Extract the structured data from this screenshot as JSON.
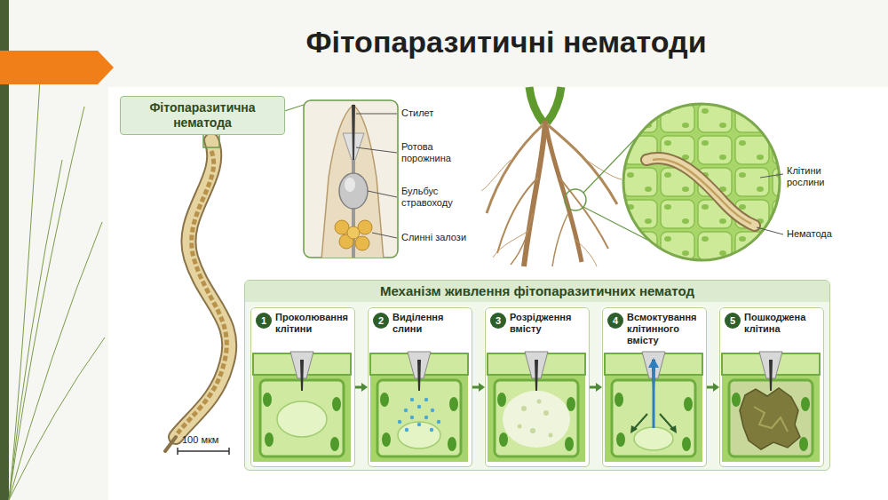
{
  "diagram": {
    "title": "Фітопаразитичні нематоди",
    "nodes": [
      {
        "text": [
          "Фітопаразитична нематода"
        ]
      },
      {
        "text": [
          "Механізм живлення фітопаразитичних нематод"
        ]
      },
      {
        "text": [
          "1",
          "Проколювання клітини"
        ],
        "in": 1
      },
      {
        "text": [
          "2",
          "Виділення слини"
        ],
        "in": 1
      },
      {
        "text": [
          "3",
          "Розрідження вмісту"
        ],
        "in": 1
      },
      {
        "text": [
          "4",
          "Всмоктування клітинного вмісту"
        ],
        "in": 1
      },
      {
        "text": [
          "5",
          "Пошкоджена клітина"
        ],
        "in": 1
      }
    ],
    "edges": [
      {
        "from": 2,
        "to": 3,
        "arrow": "to"
      },
      {
        "from": 3,
        "to": 4,
        "arrow": "to"
      },
      {
        "from": 4,
        "to": 5,
        "arrow": "to"
      },
      {
        "from": 5,
        "to": 6,
        "arrow": "to"
      }
    ],
    "labels": [
      "Стилет",
      "Ротова порожнина",
      "Бульбус стравоходу",
      "Слинні залози",
      "Клітини рослини",
      "Нематода",
      "100 мкм"
    ]
  }
}
